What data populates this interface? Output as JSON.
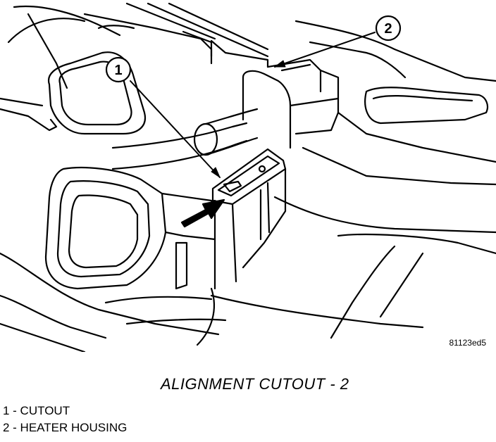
{
  "figure": {
    "id_text": "81123ed5",
    "caption": "ALIGNMENT CUTOUT - 2"
  },
  "callouts": [
    {
      "number": "1"
    },
    {
      "number": "2"
    }
  ],
  "legend": [
    {
      "text": "1 - CUTOUT"
    },
    {
      "text": "2 - HEATER HOUSING"
    }
  ],
  "colors": {
    "line": "#000000",
    "background": "#ffffff"
  }
}
